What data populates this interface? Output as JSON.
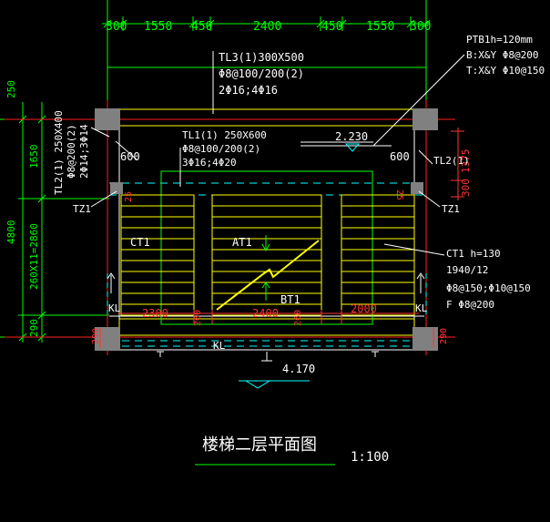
{
  "colors": {
    "background": "#000000",
    "dimension": "#00ff00",
    "text": "#ffffff",
    "beam": "#ffff00",
    "grid": "#00ffff",
    "axis": "#ff0000",
    "column": "#808080",
    "stair": "#ffff00"
  },
  "top_dims": [
    "300",
    "1550",
    "450",
    "2400",
    "450",
    "1550",
    "300"
  ],
  "left_dims": {
    "d250": "250",
    "d1650": "1650",
    "d4800": "4800",
    "d2860": "260X11=2860",
    "d290": "290"
  },
  "right_dims": {
    "d1375": "1375",
    "d300": "300"
  },
  "notes": {
    "tl3": [
      "TL3(1)300X500",
      "Φ8@100/200(2)",
      "2Φ16;4Φ16"
    ],
    "tl1": [
      "TL1(1) 250X600",
      "Φ8@100/200(2)",
      "3Φ16;4Φ20"
    ],
    "tl2_left": [
      "TL2(1) 250X400",
      "Φ8@200(2)",
      "2Φ14;3Φ14"
    ],
    "ptb": [
      "PTB1h=120mm",
      "B:X&Y  Φ8@200",
      "T:X&Y  Φ10@150"
    ],
    "ct1": [
      "CT1  h=130",
      "1940/12",
      "Φ8@150;Φ10@150",
      "F  Φ8@200"
    ]
  },
  "labels": {
    "elev_top": "2.230",
    "elev_bottom": "4.170",
    "left600": "600",
    "right600": "600",
    "tl2_right": "TL2(1)",
    "tz1_left": "TZ1",
    "tz1_right": "TZ1",
    "ct1_left": "CT1",
    "at1": "AT1",
    "bt1": "BT1",
    "kl_left": "KL",
    "kl_right": "KL",
    "kl_bottom": "KL",
    "d2300": "2300",
    "d2400": "2400",
    "d2000": "2000",
    "d260a": "260",
    "d260b": "260",
    "d290l": "290",
    "d290r": "290",
    "marks25l": "25",
    "marks25r": "25"
  },
  "title": "楼梯二层平面图",
  "scale": "1:100"
}
